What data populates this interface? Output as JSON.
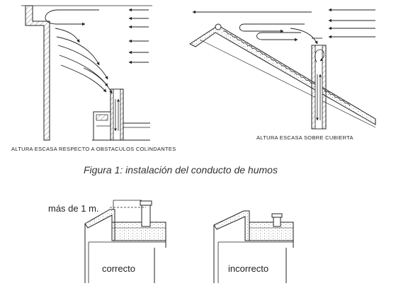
{
  "diagram_left": {
    "caption": "ALTURA ESCASA RESPECTO A OBSTACULOS COLINDANTES"
  },
  "diagram_right": {
    "caption": "ALTURA ESCASA SOBRE CUBIERTA"
  },
  "figure_caption": "Figura 1: instalación del conducto de humos",
  "bottom_left": {
    "height_note": "más de 1 m.",
    "label": "correcto"
  },
  "bottom_right": {
    "label": "incorrecto"
  }
}
